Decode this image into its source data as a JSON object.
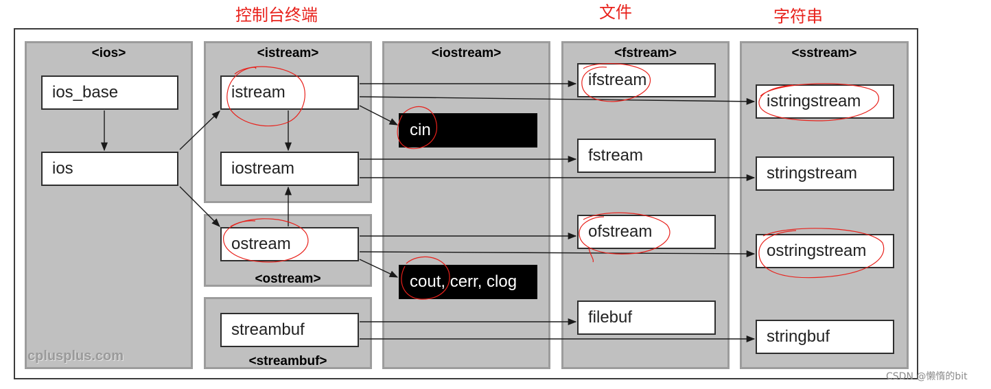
{
  "annotations": {
    "console": "控制台终端",
    "file": "文件",
    "string": "字符串"
  },
  "panels": {
    "ios": "<ios>",
    "istream": "<istream>",
    "iostream": "<iostream>",
    "fstream": "<fstream>",
    "sstream": "<sstream>",
    "ostream": "<ostream>",
    "streambuf": "<streambuf>"
  },
  "classes": {
    "ios_base": "ios_base",
    "ios": "ios",
    "istream": "istream",
    "iostream": "iostream",
    "ostream": "ostream",
    "streambuf": "streambuf",
    "ifstream": "ifstream",
    "fstream": "fstream",
    "ofstream": "ofstream",
    "filebuf": "filebuf",
    "istringstream": "istringstream",
    "stringstream": "stringstream",
    "ostringstream": "ostringstream",
    "stringbuf": "stringbuf"
  },
  "objects": {
    "cin": "cin",
    "cout_cerr_clog": "cout, cerr, clog"
  },
  "watermark": "cplusplus.com",
  "csdn_credit": "CSDN @懒惰的bit",
  "colors": {
    "annotation": "#e8211b",
    "panel": "#c0c0c0",
    "object_bg": "#000000"
  }
}
